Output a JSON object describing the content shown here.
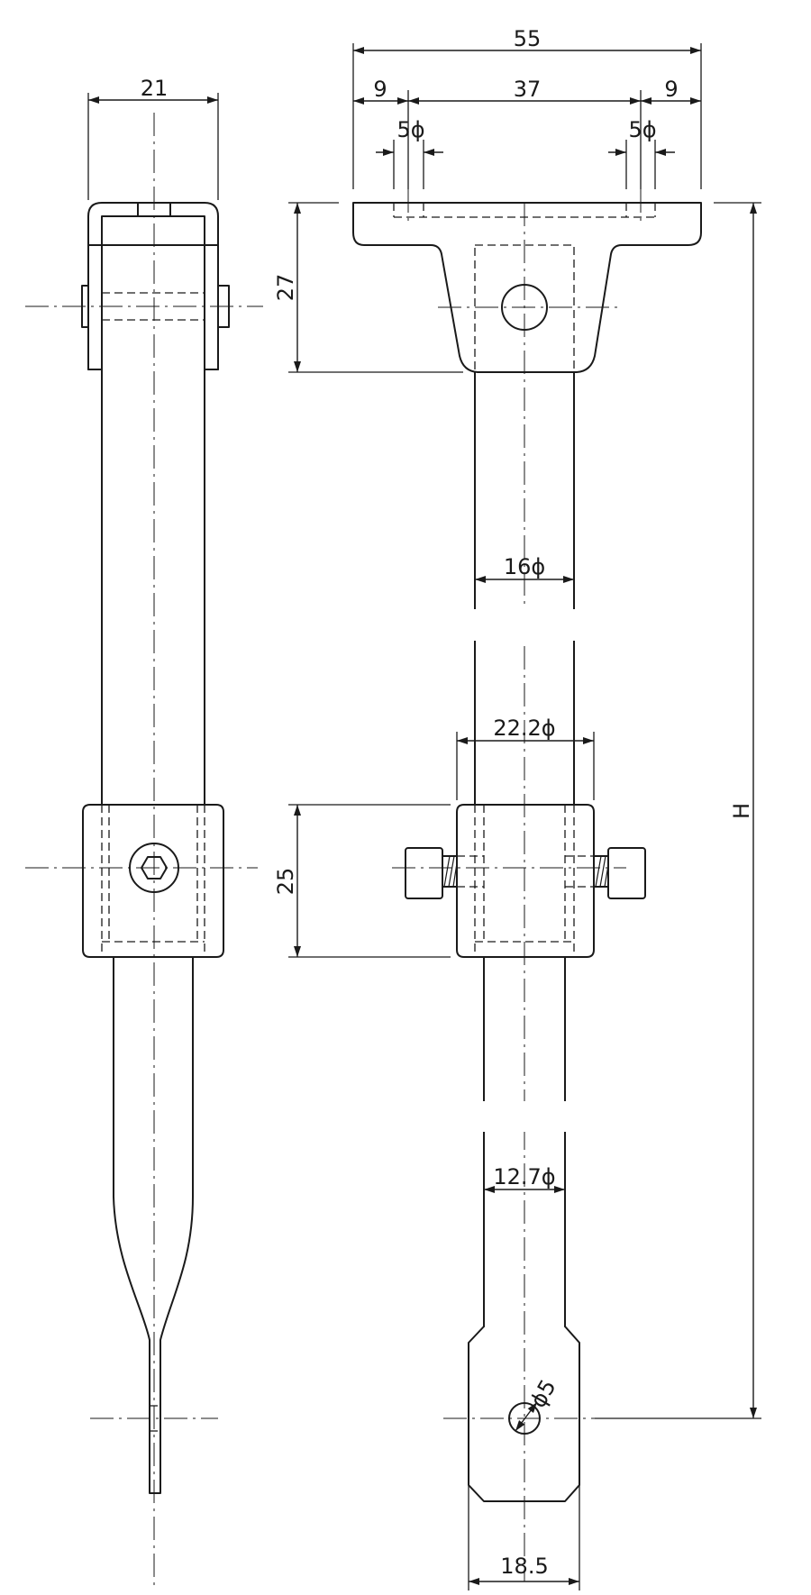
{
  "diagram": {
    "dimensions": {
      "side_width": "21",
      "overall_width": "55",
      "left_offset": "9",
      "hole_spacing": "37",
      "right_offset": "9",
      "hole_left": "5ϕ",
      "hole_right": "5ϕ",
      "bracket_height": "27",
      "upper_rod_dia": "16ϕ",
      "clamp_dia": "22.2ϕ",
      "clamp_height": "25",
      "overall_height": "H",
      "lower_rod_dia": "12.7ϕ",
      "tip_hole_dia": "ϕ5",
      "tip_width": "18.5"
    },
    "colors": {
      "line": "#1a1a1a",
      "background": "#ffffff"
    }
  }
}
